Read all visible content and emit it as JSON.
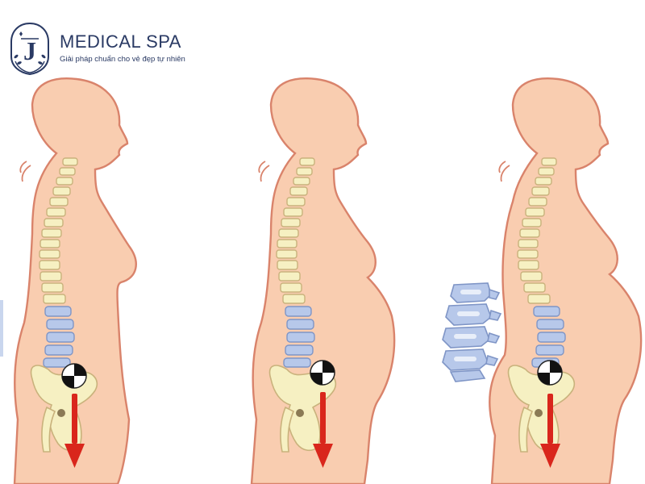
{
  "brand": {
    "name": "MEDICAL SPA",
    "tagline": "Giải pháp chuẩn cho vẻ đẹp tự nhiên",
    "mark_letter": "J",
    "logo_icon": "laurel-shield-icon"
  },
  "colors": {
    "skin": "#f9cdb0",
    "outline": "#d9836b",
    "bone": "#f6f0c2",
    "bone_outline": "#c9b27c",
    "lumbar": "#b7c8ea",
    "lumbar_outline": "#7f95c6",
    "arrow": "#d9261c",
    "brand": "#2a3a64"
  },
  "figures": [
    {
      "name": "figure-normal",
      "state": "non-pregnant posture"
    },
    {
      "name": "figure-pregnant",
      "state": "pregnant posture"
    },
    {
      "name": "figure-pregnant-curved",
      "state": "pregnant posture with increased lumbar curve"
    }
  ]
}
